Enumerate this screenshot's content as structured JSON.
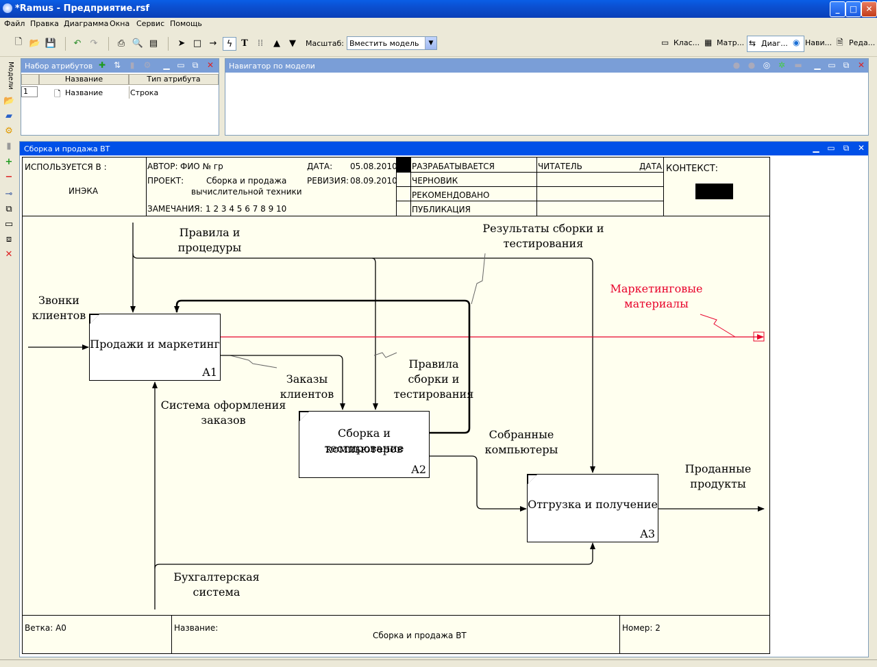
{
  "window": {
    "title": "*Ramus - Предприятие.rsf",
    "minimize": "_",
    "maximize": "□",
    "close": "✕"
  },
  "menu": [
    "Файл",
    "Правка",
    "Диаграмма",
    "Окна",
    "Сервис",
    "Помощь"
  ],
  "toolbar": {
    "zoom_label": "Масштаб:",
    "zoom_value": "Вместить модель",
    "tabs": [
      "Клас...",
      "Матр...",
      "Диаг...",
      "Нави...",
      "Реда..."
    ],
    "selected_tab": "Диаг..."
  },
  "left_sidebar": {
    "tab_label": "Модели"
  },
  "attr_panel": {
    "title": "Набор атрибутов",
    "columns": [
      "Название",
      "Тип атрибута"
    ],
    "rows": [
      {
        "num": "1",
        "name": "Название",
        "type": "Строка"
      }
    ]
  },
  "nav_panel": {
    "title": "Навигатор по модели"
  },
  "diagram": {
    "window_title": "Сборка и продажа ВТ",
    "header": {
      "used_in_label": "ИСПОЛЬЗУЕТСЯ В :",
      "used_in_value": "ИНЭКА",
      "author_label": "АВТОР:",
      "author_value": "ФИО № гр",
      "project_label": "ПРОЕКТ:",
      "project_value_1": "Сборка и продажа",
      "project_value_2": "вычислительной техники",
      "notes_label": "ЗАМЕЧАНИЯ:",
      "notes_value": "1  2  3  4  5  6  7  8  9  10",
      "date_label": "ДАТА:",
      "date_value": "05.08.2010",
      "revision_label": "РЕВИЗИЯ:",
      "revision_value": "08.09.2010",
      "status": [
        "РАЗРАБАТЫВАЕТСЯ",
        "ЧЕРНОВИК",
        "РЕКОМЕНДОВАНО",
        "ПУБЛИКАЦИЯ"
      ],
      "reader_label": "ЧИТАТЕЛЬ",
      "reader_date_label": "ДАТА",
      "context_label": "КОНТЕКСТ:"
    },
    "boxes": [
      {
        "title": "Продажи и маркетинг",
        "num": "A1"
      },
      {
        "title_1": "Сборка и тестирование",
        "title_2": "компьютеров",
        "num": "A2"
      },
      {
        "title": "Отгрузка и получение",
        "num": "A3"
      }
    ],
    "arrow_labels": {
      "rules": [
        "Правила и",
        "процедуры"
      ],
      "results": [
        "Результаты сборки и",
        "тестирования"
      ],
      "marketing": [
        "Маркетинговые",
        "материалы"
      ],
      "calls": [
        "Звонки",
        "клиентов"
      ],
      "orders": [
        "Заказы",
        "клиентов"
      ],
      "assembly_rules": [
        "Правила",
        "сборки и",
        "тестирования"
      ],
      "order_system": [
        "Система оформления",
        "заказов"
      ],
      "assembled": [
        "Собранные",
        "компьютеры"
      ],
      "sold": [
        "Проданные",
        "продукты"
      ],
      "accounting": [
        "Бухгалтерская",
        "система"
      ]
    },
    "footer": {
      "branch_label": "Ветка: А0",
      "name_label": "Название:",
      "name_value": "Сборка и продажа ВТ",
      "number_label": "Номер: 2"
    },
    "colors": {
      "marketing_arrow": "#e8002a",
      "sheet_bg": "#ffffef"
    }
  }
}
